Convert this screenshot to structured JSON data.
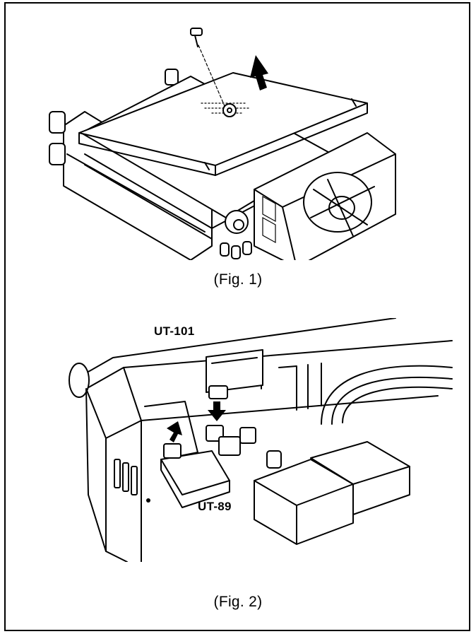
{
  "figure1": {
    "caption": "(Fig. 1)"
  },
  "figure2": {
    "caption": "(Fig. 2)",
    "labels": {
      "top_unit": "UT-101",
      "bottom_unit": "UT-89"
    }
  }
}
